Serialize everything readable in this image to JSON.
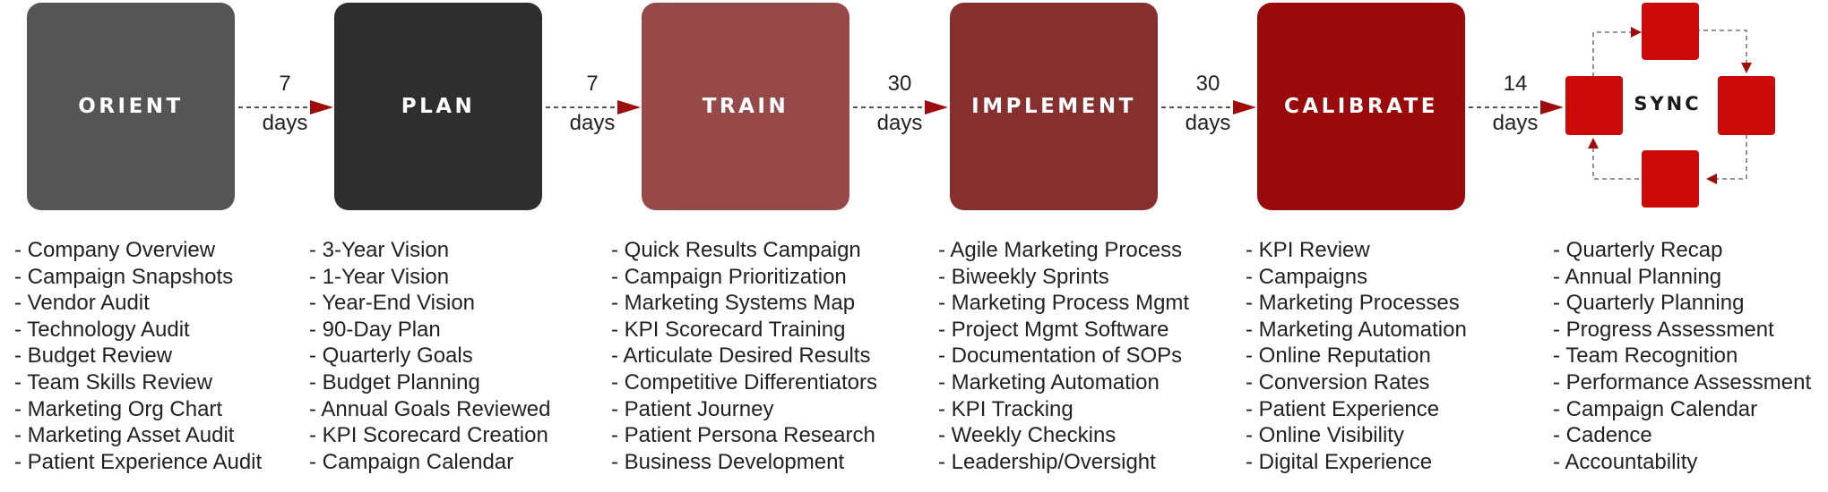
{
  "colors": {
    "orient": "#555555",
    "plan": "#2e2e2e",
    "train": "#974848",
    "implement": "#872f2f",
    "calibrate": "#9b0a0a",
    "sync_box": "#cc0a0a",
    "arrow": "#a00d0d"
  },
  "stages": [
    {
      "name": "ORIENT",
      "items": [
        "Company Overview",
        "Campaign Snapshots",
        "Vendor Audit",
        "Technology Audit",
        "Budget Review",
        "Team Skills Review",
        "Marketing Org Chart",
        "Marketing Asset Audit",
        "Patient Experience Audit"
      ]
    },
    {
      "name": "PLAN",
      "items": [
        "3-Year Vision",
        "1-Year Vision",
        "Year-End Vision",
        "90-Day Plan",
        "Quarterly Goals",
        "Budget Planning",
        "Annual Goals Reviewed",
        "KPI Scorecard Creation",
        "Campaign Calendar"
      ]
    },
    {
      "name": "TRAIN",
      "items": [
        "Quick Results Campaign",
        "Campaign Prioritization",
        "Marketing Systems Map",
        "KPI Scorecard Training",
        "Articulate Desired Results",
        "Competitive Differentiators",
        "Patient Journey",
        "Patient Persona Research",
        "Business Development"
      ]
    },
    {
      "name": "IMPLEMENT",
      "items": [
        "Agile Marketing Process",
        "Biweekly Sprints",
        "Marketing Process Mgmt",
        "Project Mgmt Software",
        "Documentation of SOPs",
        "Marketing Automation",
        "KPI Tracking",
        "Weekly Checkins",
        "Leadership/Oversight"
      ]
    },
    {
      "name": "CALIBRATE",
      "items": [
        "KPI Review",
        "Campaigns",
        "Marketing Processes",
        "Marketing Automation",
        "Online Reputation",
        "Conversion Rates",
        "Patient Experience",
        "Online Visibility",
        "Digital Experience"
      ]
    },
    {
      "name": "SYNC",
      "items": [
        "Quarterly Recap",
        "Annual Planning",
        "Quarterly Planning",
        "Progress Assessment",
        "Team Recognition",
        "Performance Assessment",
        "Campaign Calendar",
        "Cadence",
        "Accountability"
      ]
    }
  ],
  "connectors": [
    {
      "num": "7",
      "unit": "days"
    },
    {
      "num": "7",
      "unit": "days"
    },
    {
      "num": "30",
      "unit": "days"
    },
    {
      "num": "30",
      "unit": "days"
    },
    {
      "num": "14",
      "unit": "days"
    }
  ]
}
